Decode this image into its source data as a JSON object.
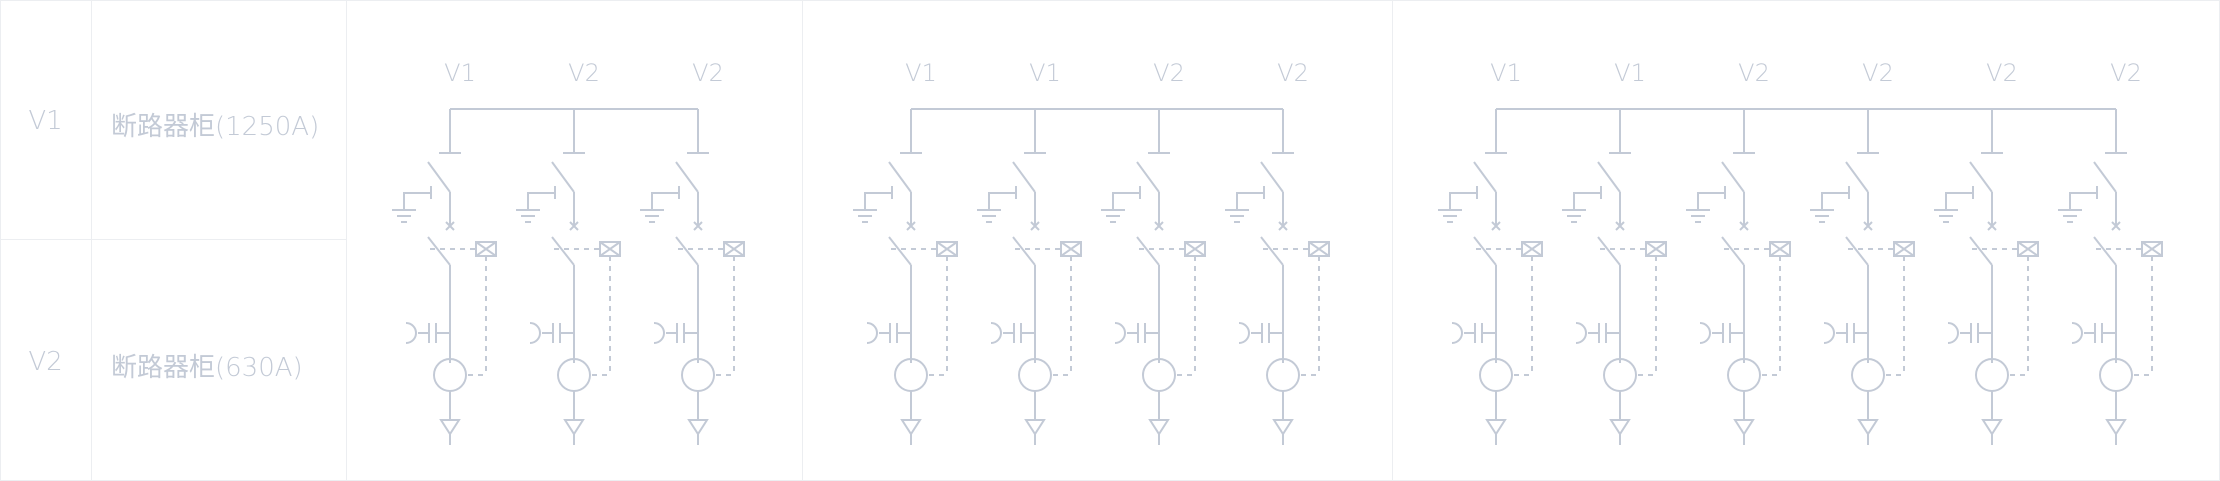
{
  "legend": [
    {
      "code": "V1",
      "name": "断路器柜(1250A)"
    },
    {
      "code": "V2",
      "name": "断路器柜(630A)"
    }
  ],
  "panels": [
    {
      "cabinets": [
        "V1",
        "V2",
        "V2"
      ]
    },
    {
      "cabinets": [
        "V1",
        "V1",
        "V2",
        "V2"
      ]
    },
    {
      "cabinets": [
        "V1",
        "V1",
        "V2",
        "V2",
        "V2",
        "V2"
      ]
    }
  ],
  "colors": {
    "line": "#c3cad6",
    "grid": "#eceef1",
    "text": "#c3cad6"
  }
}
